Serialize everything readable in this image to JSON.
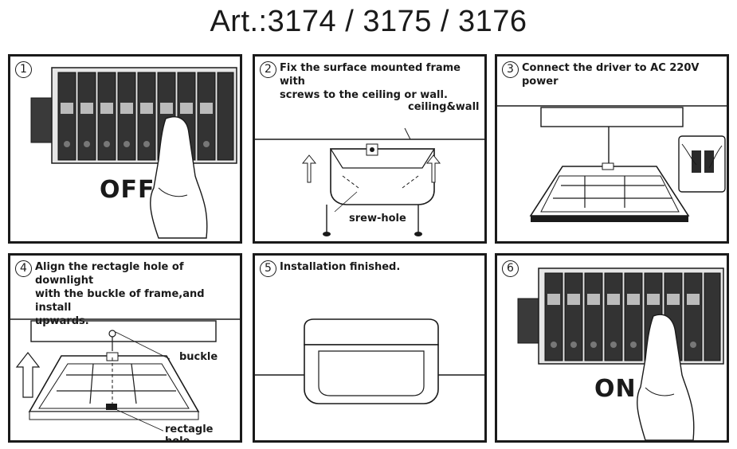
{
  "title": "Art.:3174 / 3175 / 3176",
  "steps": [
    {
      "number": "1",
      "text": "",
      "state_word": "OFF"
    },
    {
      "number": "2",
      "text": "Fix the surface mounted frame with\nscrews to the ceiling or wall.",
      "labels": {
        "surface": "ceiling&wall",
        "hole": "srew-hole"
      }
    },
    {
      "number": "3",
      "text": "Connect the driver to AC 220V power"
    },
    {
      "number": "4",
      "text": "Align the rectagle hole of downlight\nwith the buckle of frame,and install\nupwards.",
      "labels": {
        "buckle": "buckle",
        "hole": "rectagle hole"
      }
    },
    {
      "number": "5",
      "text": "Installation finished."
    },
    {
      "number": "6",
      "text": "",
      "state_word": "ON"
    }
  ]
}
